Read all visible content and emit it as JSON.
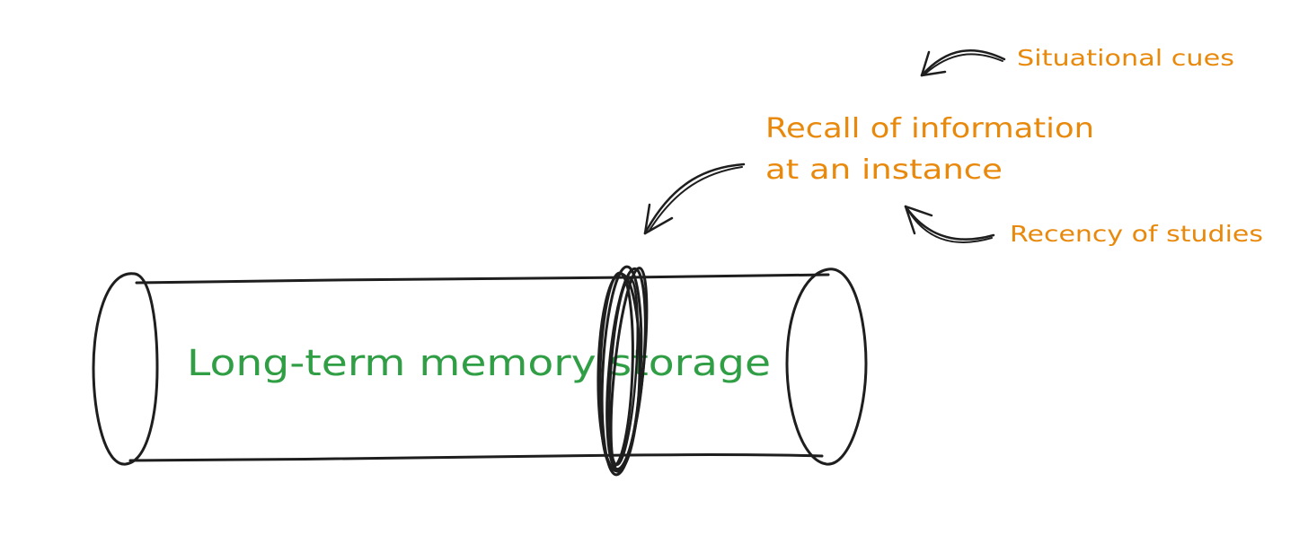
{
  "labels": {
    "storage": "Long-term memory storage",
    "recall_line1": "Recall of information",
    "recall_line2": "at an instance",
    "situational_cues": "Situational cues",
    "recency": "Recency of studies"
  },
  "colors": {
    "background": "#ffffff",
    "stroke": "#1e1e1e",
    "storage_text": "#2f9e44",
    "annotation_text": "#e8890c"
  },
  "icons": {
    "arrow": "curved-hand-drawn-arrow"
  }
}
